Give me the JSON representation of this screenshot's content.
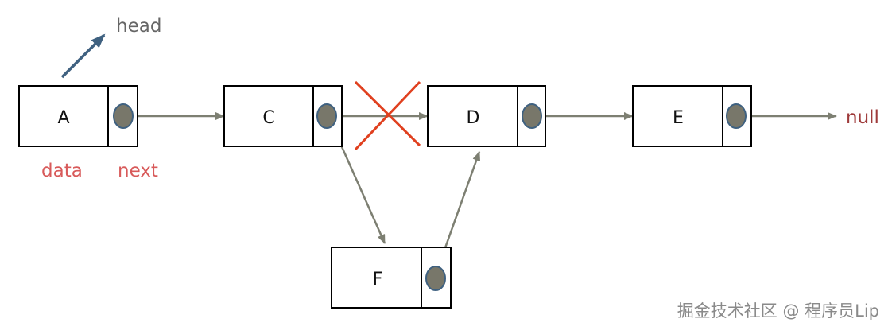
{
  "head_label": "head",
  "null_label": "null",
  "field_labels": {
    "data": "data",
    "next": "next"
  },
  "nodes": [
    {
      "id": "a",
      "label": "A"
    },
    {
      "id": "c",
      "label": "C"
    },
    {
      "id": "d",
      "label": "D"
    },
    {
      "id": "e",
      "label": "E"
    },
    {
      "id": "f",
      "label": "F"
    }
  ],
  "edges": [
    {
      "from": "A",
      "to": "C",
      "removed": false
    },
    {
      "from": "C",
      "to": "D",
      "removed": true
    },
    {
      "from": "D",
      "to": "E",
      "removed": false
    },
    {
      "from": "E",
      "to": "null",
      "removed": false
    },
    {
      "from": "C",
      "to": "F",
      "removed": false
    },
    {
      "from": "F",
      "to": "D",
      "removed": false
    }
  ],
  "watermark": "掘金技术社区 @ 程序员Lip",
  "colors": {
    "pointer_fill": "#78776a",
    "pointer_stroke": "#3f6180",
    "edge": "#7d7f72",
    "cross": "#e0401f",
    "field_label": "#d85a5a",
    "null_label": "#9e3a3a",
    "head_arrow": "#3f6180"
  }
}
